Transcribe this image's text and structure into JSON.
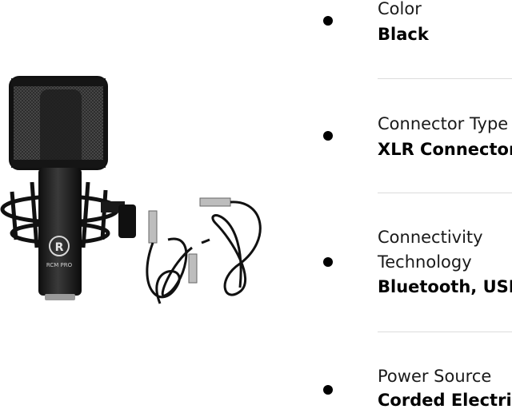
{
  "product": {
    "icon": "microphone-with-pop-filter-and-cables",
    "logo_letter": "R",
    "model_text": "RCM PRO"
  },
  "specs": [
    {
      "name": "Color",
      "value": "Black"
    },
    {
      "name": "Connector Type",
      "value": "XLR Connector"
    },
    {
      "name_line1": "Connectivity",
      "name_line2": "Technology",
      "value": "Bluetooth, USB"
    },
    {
      "name": "Power Source",
      "value": "Corded Electric"
    }
  ],
  "colors": {
    "background": "#ffffff",
    "bullet": "#000000",
    "divider": "#dcdcdc",
    "text": "#1a1a1a"
  }
}
